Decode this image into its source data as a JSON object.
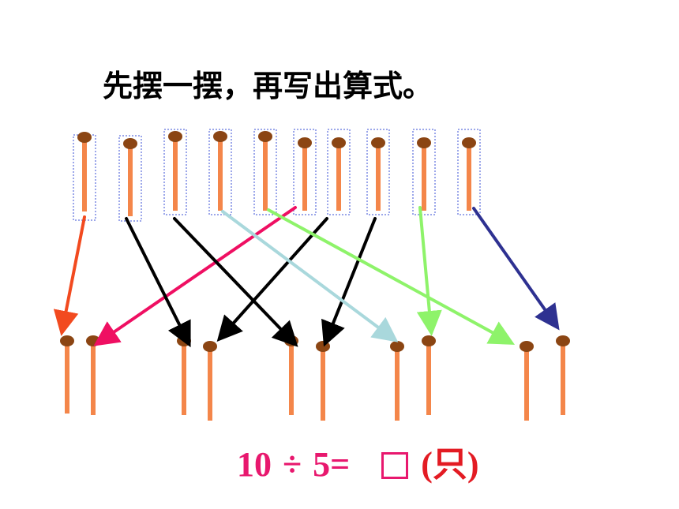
{
  "instruction": "先摆一摆，再写出算式。",
  "colors": {
    "stick": "#f4864a",
    "head": "#8b4513",
    "box_border": "#3a4fd6",
    "equation_text": "#e8186e",
    "unit_text": "#e31b23"
  },
  "equation": {
    "dividend": "10",
    "operator": "÷",
    "divisor": "5",
    "equals": "=",
    "unit": "(只)"
  },
  "diagram": {
    "top_stick_count": 10,
    "bottom_pair_count": 5,
    "top_sticks_boxed": true
  }
}
